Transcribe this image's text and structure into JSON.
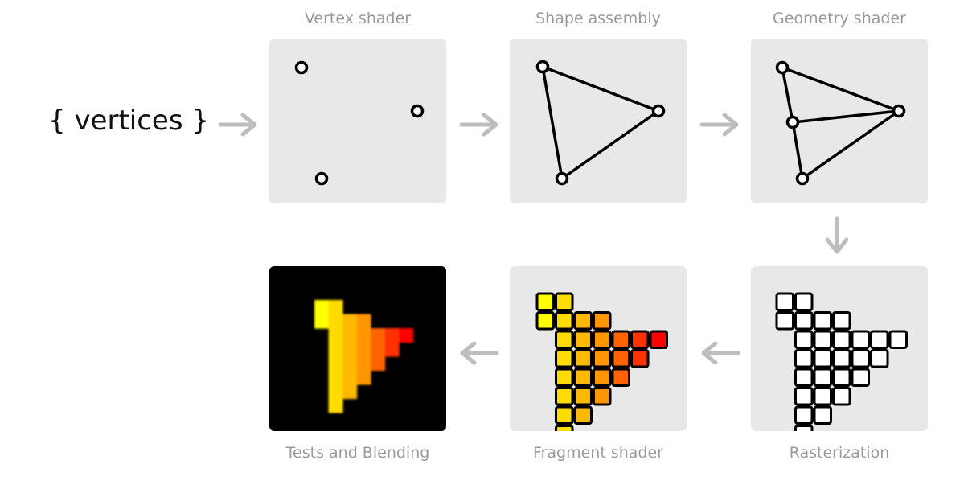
{
  "input_label": "{ vertices }",
  "stages": {
    "vertex_shader": {
      "title": "Vertex shader"
    },
    "shape_assembly": {
      "title": "Shape assembly"
    },
    "geometry_shader": {
      "title": "Geometry shader"
    },
    "rasterization": {
      "title": "Rasterization"
    },
    "fragment_shader": {
      "title": "Fragment shader"
    },
    "tests_blending": {
      "title": "Tests and Blending"
    }
  },
  "colors": {
    "panel_bg": "#e8e8e8",
    "arrow": "#bdbdbd",
    "stroke": "#000000",
    "title": "#999999",
    "gradient_start": "#ffff00",
    "gradient_end": "#ff0000",
    "final_bg": "#000000"
  }
}
